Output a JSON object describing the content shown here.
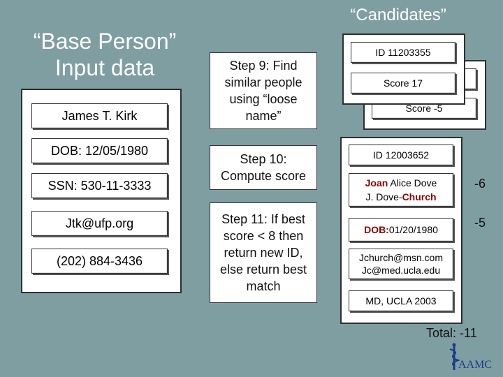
{
  "base": {
    "title_line1": "“Base Person”",
    "title_line2": "Input data",
    "name": "James T. Kirk",
    "dob": "DOB: 12/05/1980",
    "ssn": "SSN: 530-11-3333",
    "email": "Jtk@ufp.org",
    "phone": "(202) 884-3436"
  },
  "steps": {
    "step9": "Step 9: Find similar people using “loose name”",
    "step10": "Step 10: Compute score",
    "step11": "Step 11: If best score < 8 then return new ID, else return best match"
  },
  "candidates": {
    "title": "“Candidates”",
    "c1_id": "ID 11203355",
    "c1_score": "Score 17",
    "c2_score": "Score -5",
    "c3_id": "ID 12003652",
    "c3_name_first_red": "Joan",
    "c3_name_first_rest": " Alice Dove",
    "c3_name_second_plain": "J. Dove-",
    "c3_name_second_red": "Church",
    "c3_dob_label": "DOB:",
    "c3_dob_value": " 01/20/1980",
    "c3_email1": "Jchurch@msn.com",
    "c3_email2": "Jc@med.ucla.edu",
    "c3_degree": "MD, UCLA 2003",
    "score_name": "-6",
    "score_dob": "-5",
    "total": "Total: -11"
  },
  "logo": {
    "text": "AAMC",
    "icon": "caduceus-icon"
  },
  "colors": {
    "background": "#7f9ea2",
    "highlight": "#8b0000"
  }
}
